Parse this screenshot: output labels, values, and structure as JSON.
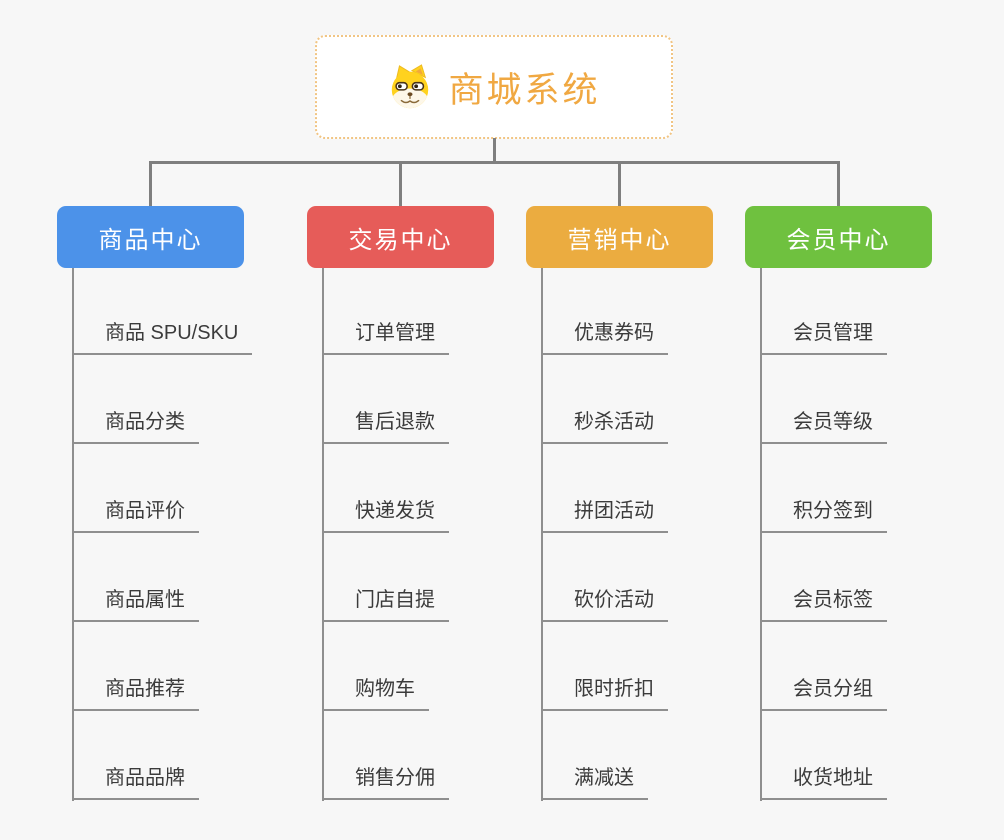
{
  "page": {
    "background_color": "#f7f7f7",
    "connector_color": "#7f7f7f",
    "leaf_line_color": "#8f8f8f",
    "leaf_text_color": "#3b3b3b"
  },
  "root": {
    "title": "商城系统",
    "icon": "doge-icon",
    "title_color": "#F0A842",
    "border_color": "#F1C584"
  },
  "branches": [
    {
      "label": "商品中心",
      "color": "#4C92E9",
      "children": [
        "商品 SPU/SKU",
        "商品分类",
        "商品评价",
        "商品属性",
        "商品推荐",
        "商品品牌"
      ]
    },
    {
      "label": "交易中心",
      "color": "#E65C59",
      "children": [
        "订单管理",
        "售后退款",
        "快递发货",
        "门店自提",
        "购物车",
        "销售分佣"
      ]
    },
    {
      "label": "营销中心",
      "color": "#EBAC40",
      "children": [
        "优惠券码",
        "秒杀活动",
        "拼团活动",
        "砍价活动",
        "限时折扣",
        "满减送"
      ]
    },
    {
      "label": "会员中心",
      "color": "#6FC13F",
      "children": [
        "会员管理",
        "会员等级",
        "积分签到",
        "会员标签",
        "会员分组",
        "收货地址"
      ]
    }
  ]
}
